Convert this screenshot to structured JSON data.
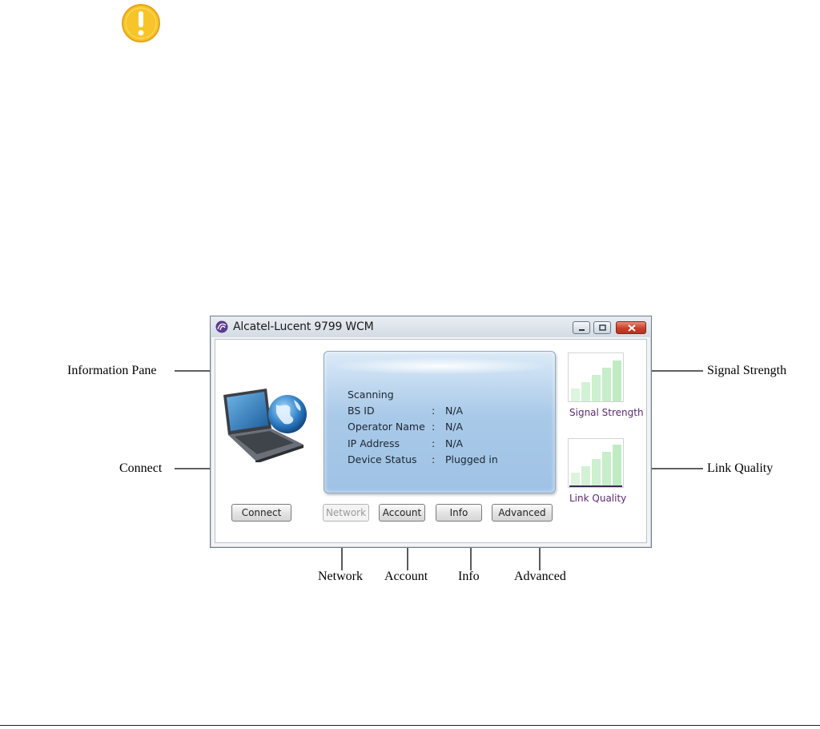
{
  "window": {
    "title": "Alcatel-Lucent 9799 WCM"
  },
  "info_pane": {
    "status": "Scanning",
    "rows": [
      {
        "key": "BS ID",
        "sep": ":",
        "value": "N/A"
      },
      {
        "key": "Operator Name",
        "sep": ":",
        "value": "N/A"
      },
      {
        "key": "IP Address",
        "sep": ":",
        "value": "N/A"
      },
      {
        "key": "Device Status",
        "sep": ":",
        "value": "Plugged in"
      }
    ]
  },
  "buttons": {
    "connect": "Connect",
    "network": "Network",
    "account": "Account",
    "info": "Info",
    "advanced": "Advanced"
  },
  "meters": {
    "signal_strength": "Signal Strength",
    "link_quality": "Link Quality"
  },
  "callouts": {
    "information_pane": "Information Pane",
    "signal_strength": "Signal Strength",
    "connect": "Connect",
    "link_quality": "Link Quality",
    "network": "Network",
    "account": "Account",
    "info": "Info",
    "advanced": "Advanced"
  },
  "icons": {
    "warning": "warning-icon",
    "app_logo": "alcatel-lucent-logo-icon",
    "laptop_globe": "laptop-globe-icon",
    "minimize": "minimize-icon",
    "maximize": "maximize-icon",
    "close": "close-icon"
  },
  "colors": {
    "warning_yellow": "#f7c52a",
    "info_pane_blue": "#a9c9e8",
    "meter_bar_green": "#c9f0cc",
    "meter_label_purple": "#5a2a6e",
    "close_red": "#c8412a"
  }
}
